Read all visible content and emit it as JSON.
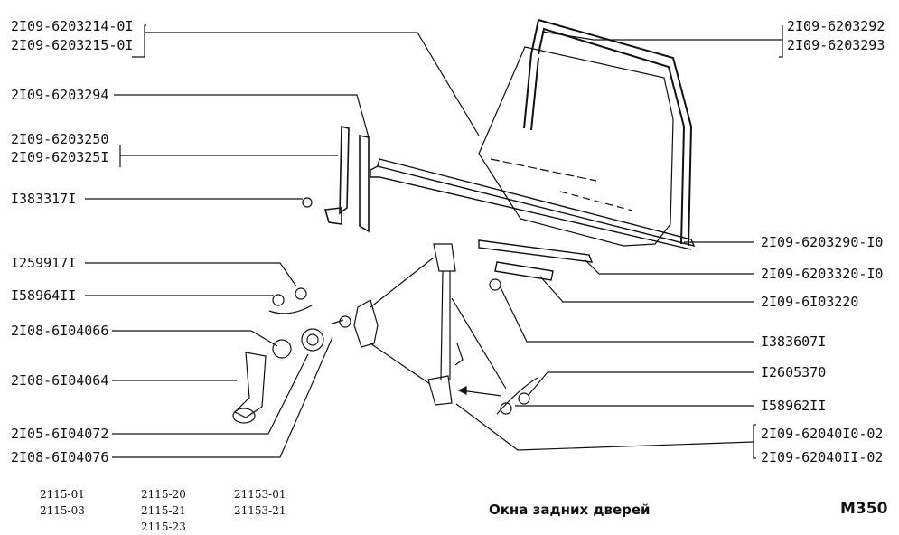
{
  "labels_left": [
    {
      "id": "l1",
      "text": "2I09-6203214-0I"
    },
    {
      "id": "l2",
      "text": "2I09-6203215-0I"
    },
    {
      "id": "l3",
      "text": "2I09-6203294"
    },
    {
      "id": "l4",
      "text": "2I09-6203250"
    },
    {
      "id": "l5",
      "text": "2I09-620325I"
    },
    {
      "id": "l6",
      "text": "I383317I"
    },
    {
      "id": "l7",
      "text": "I259917I"
    },
    {
      "id": "l8",
      "text": "I58964II"
    },
    {
      "id": "l9",
      "text": "2I08-6I04066"
    },
    {
      "id": "l10",
      "text": "2I08-6I04064"
    },
    {
      "id": "l11",
      "text": "2I05-6I04072"
    },
    {
      "id": "l12",
      "text": "2I08-6I04076"
    }
  ],
  "labels_right": [
    {
      "id": "r1",
      "text": "2I09-6203292"
    },
    {
      "id": "r2",
      "text": "2I09-6203293"
    },
    {
      "id": "r3",
      "text": "2I09-6203290-I0"
    },
    {
      "id": "r4",
      "text": "2I09-6203320-I0"
    },
    {
      "id": "r5",
      "text": "2I09-6I03220"
    },
    {
      "id": "r6",
      "text": "I383607I"
    },
    {
      "id": "r7",
      "text": "I2605370"
    },
    {
      "id": "r8",
      "text": "I58962II"
    },
    {
      "id": "r9",
      "text": "2I09-62040I0-02"
    },
    {
      "id": "r10",
      "text": "2I09-62040II-02"
    }
  ],
  "models": [
    {
      "text": "2115-01"
    },
    {
      "text": "2115-03"
    },
    {
      "text": "2115-20"
    },
    {
      "text": "2115-21"
    },
    {
      "text": "2115-23"
    },
    {
      "text": "21153-01"
    },
    {
      "text": "21153-21"
    }
  ],
  "title": "Окна задних дверей",
  "sheet_id": "М350",
  "colors": {
    "ink": "#111111",
    "paper": "#ffffff"
  }
}
